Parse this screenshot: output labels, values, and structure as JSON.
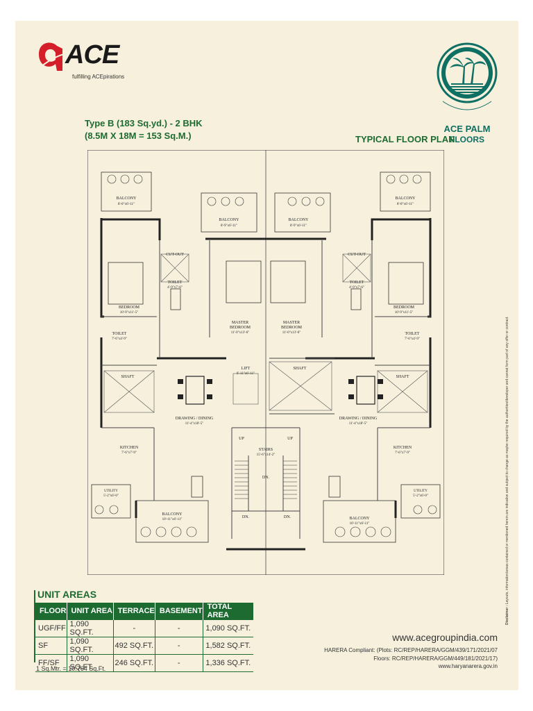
{
  "brand_logo": {
    "wordmark": "ACE",
    "tagline": "fulfilling ACEpirations",
    "accent_color": "#d41f2a"
  },
  "project_logo": {
    "line1": "ACE PALM",
    "line2": "FLOORS",
    "color": "#0e6f63"
  },
  "heading": {
    "type_line": "Type B (183 Sq.yd.) - 2 BHK",
    "size_line": "(8.5M X 18M = 153 Sq.M.)",
    "plan_title": "TYPICAL FLOOR PLAN",
    "color": "#1d6b31"
  },
  "rooms": {
    "balcony": "BALCONY",
    "balcony_top_dim": "8'-0\"x6'-11\"",
    "balcony_mid_dim": "8'-9\"x6'-11\"",
    "balcony_bottom_dim": "10'-11\"x6'-11\"",
    "cut_out": "CUT-OUT",
    "toilet": "TOILET",
    "toilet_top_dim": "4'-9\"x7'-6\"",
    "toilet_low_dim": "7'-6\"x4'-9\"",
    "bedroom": "BEDROOM",
    "bedroom_dim": "10'-9\"x11'-5\"",
    "master_bedroom_1": "MASTER",
    "master_bedroom_2": "BEDROOM",
    "master_dim": "11'-0\"x13'-6\"",
    "shaft": "SHAFT",
    "lift": "LIFT",
    "lift_dim": "6'-11\"x6'-11\"",
    "drawing_dining": "DRAWING / DINING",
    "drawing_dim": "11'-4\"x18'-5\"",
    "stairs": "STAIRS",
    "stairs_dim": "15'-6\"x14'-2\"",
    "kitchen": "KITCHEN",
    "kitchen_dim": "7'-6\"x7'-9\"",
    "utility": "UTILITY",
    "utility_dim": "5'-2\"x6'-0\"",
    "up": "UP",
    "dn": "DN."
  },
  "unit_areas": {
    "title": "UNIT AREAS",
    "columns": [
      "FLOOR",
      "UNIT AREA",
      "TERRACE",
      "BASEMENT",
      "TOTAL AREA"
    ],
    "rows": [
      [
        "UGF/FF",
        "1,090 SQ.FT.",
        "-",
        "-",
        "1,090 SQ.FT."
      ],
      [
        "SF",
        "1,090 SQ.FT.",
        "492 SQ.FT.",
        "-",
        "1,582 SQ.FT."
      ],
      [
        "FF/SF",
        "1,090 SQ.FT.",
        "246 SQ.FT.",
        "-",
        "1,336 SQ.FT."
      ]
    ],
    "conversion": "1 Sq.Mtr. = 10.764 Sq.Ft."
  },
  "footer": {
    "website": "www.acegroupindia.com",
    "compliance_1": "HARERA Compliant: (Plots: RC/REP/HARERA/GGM/439/171/2021/07",
    "compliance_2": "Floors: RC/REP/HARERA/GGM/449/181/2021/17)",
    "compliance_3": "www.haryanarera.gov.in"
  },
  "disclaimer": {
    "label": "Disclaimer :",
    "text": "Layouts, information/areas contained or mentioned herein are indicative and subject to change as maybe required by the authorities/developer and cannot form part of any offer or contract."
  }
}
